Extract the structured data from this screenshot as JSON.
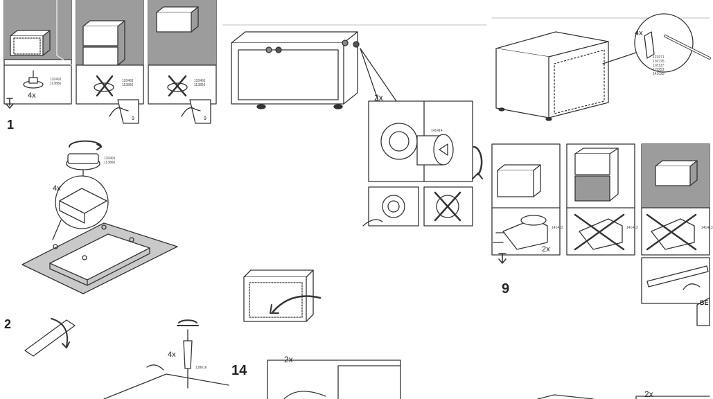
{
  "steps": {
    "step_1": "1",
    "step_2": "2",
    "step_9": "9",
    "step_14": "14"
  },
  "quantities": {
    "feet_4x": "4x",
    "screws_4x": "4x",
    "knob_2x": "2x",
    "pin_4x": "4x",
    "bracket_2x": "2x",
    "bottom_2x": "2x",
    "bottom_right_2x": "2x"
  },
  "part_codes": {
    "foot_codes": "120491\n113866",
    "foot_codes_b": "120491\n113866",
    "foot_codes_c": "120491\n113866",
    "foot_codes_d": "120491\n113866",
    "knob_code": "141414",
    "screw_code": "138616",
    "pin_codes": "122971\n130725\n118137\n119253\n141028",
    "bracket_code_a": "141413",
    "bracket_code_b": "141413",
    "bracket_code_c": "141413"
  },
  "page_refs": {
    "ref_a": "9",
    "ref_b": "9"
  },
  "partial_label": "BE"
}
